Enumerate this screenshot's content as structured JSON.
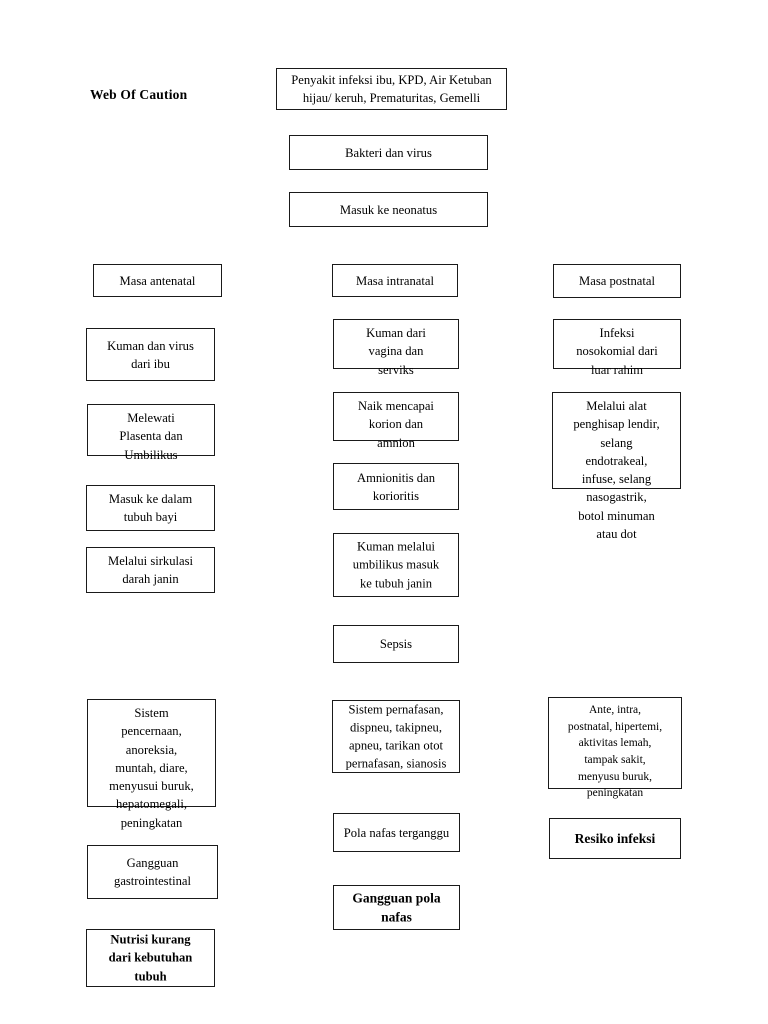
{
  "document": {
    "title": "Web Of Caution"
  },
  "top_chain": [
    {
      "id": "trigger",
      "text": "Penyakit infeksi ibu, KPD, Air Ketuban\nhijau/ keruh, Prematuritas, Gemelli"
    },
    {
      "id": "agent",
      "text": "Bakteri dan virus"
    },
    {
      "id": "entry",
      "text": "Masuk ke neonatus"
    }
  ],
  "columns": [
    {
      "id": "antenatal",
      "heading": "Masa antenatal",
      "nodes": [
        {
          "id": "antenatal-1",
          "text": "Kuman dan virus\ndari ibu"
        },
        {
          "id": "antenatal-2",
          "text": "Melewati\nPlasenta dan\nUmbilikus"
        },
        {
          "id": "antenatal-3",
          "text": "Masuk ke dalam\ntubuh bayi"
        },
        {
          "id": "antenatal-4",
          "text": "Melalui sirkulasi\ndarah janin"
        }
      ],
      "outcomes": [
        {
          "id": "antenatal-sign",
          "text": "Sistem\npencernaan,\nanoreksia,\nmuntah, diare,\nmenyusui buruk,\nhepatomegali,\npeningkatan"
        },
        {
          "id": "antenatal-problem",
          "text": "Gangguan\ngastrointestinal"
        },
        {
          "id": "antenatal-diagnosis",
          "text": "Nutrisi kurang\ndari kebutuhan\ntubuh"
        }
      ]
    },
    {
      "id": "intranatal",
      "heading": "Masa intranatal",
      "nodes": [
        {
          "id": "intranatal-1",
          "text": "Kuman dari\nvagina dan\nserviks"
        },
        {
          "id": "intranatal-2",
          "text": "Naik mencapai\nkorion dan\namnion"
        },
        {
          "id": "intranatal-3",
          "text": "Amnionitis dan\nkorioritis"
        },
        {
          "id": "intranatal-4",
          "text": "Kuman melalui\numbilikus masuk\nke tubuh janin"
        },
        {
          "id": "intranatal-5",
          "text": "Sepsis"
        }
      ],
      "outcomes": [
        {
          "id": "intranatal-sign",
          "text": "Sistem pernafasan,\ndispneu, takipneu,\napneu, tarikan otot\npernafasan, sianosis"
        },
        {
          "id": "intranatal-problem",
          "text": "Pola nafas terganggu"
        },
        {
          "id": "intranatal-diagnosis",
          "text": "Gangguan pola\nnafas"
        }
      ]
    },
    {
      "id": "postnatal",
      "heading": "Masa postnatal",
      "nodes": [
        {
          "id": "postnatal-1",
          "text": "Infeksi\nnosokomial dari\nluar rahim"
        },
        {
          "id": "postnatal-2",
          "text": "Melalui alat\npenghisap lendir,\nselang\nendotrakeal,\ninfuse, selang\nnasogastrik,\nbotol minuman\natau dot"
        }
      ],
      "outcomes": [
        {
          "id": "postnatal-sign",
          "text": "Ante, intra,\npostnatal, hipertemi,\naktivitas lemah,\ntampak sakit,\nmenyusu buruk,\npeningkatan"
        },
        {
          "id": "postnatal-diagnosis",
          "text": "Resiko infeksi"
        }
      ]
    }
  ]
}
